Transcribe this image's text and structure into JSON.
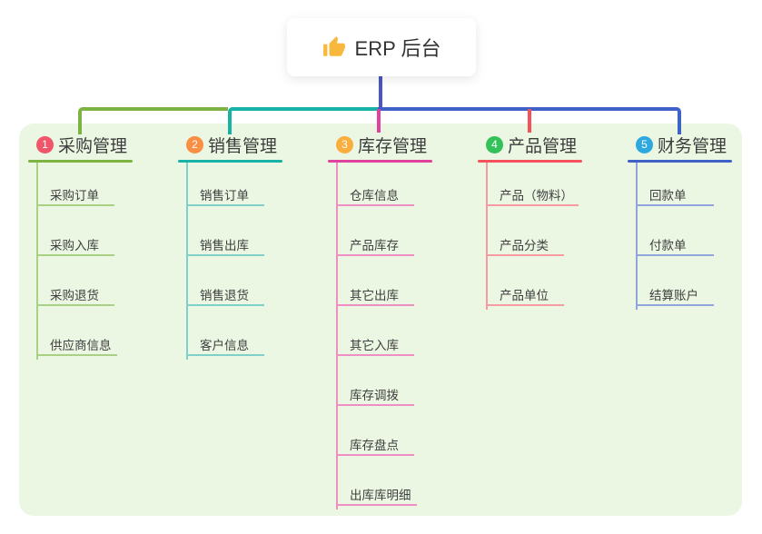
{
  "root": {
    "title": "ERP 后台",
    "icon": "thumbs-up-icon",
    "connector_color": "#4a56c8"
  },
  "panel": {
    "background": "#ebf7e3"
  },
  "connectors": {
    "green": "#7cb342",
    "teal": "#16b3a6",
    "magenta": "#e0419c",
    "red": "#f4515c",
    "blue": "#3f62c8"
  },
  "branches": [
    {
      "badge": "1",
      "badge_color": "#f1556a",
      "line_color": "#7cb342",
      "child_line_color": "#a9d184",
      "title": "采购管理",
      "items": [
        "采购订单",
        "采购入库",
        "采购退货",
        "供应商信息"
      ]
    },
    {
      "badge": "2",
      "badge_color": "#fa8e42",
      "line_color": "#16b3a6",
      "child_line_color": "#7fd0c9",
      "title": "销售管理",
      "items": [
        "销售订单",
        "销售出库",
        "销售退货",
        "客户信息"
      ]
    },
    {
      "badge": "3",
      "badge_color": "#f9ae3d",
      "line_color": "#e0419c",
      "child_line_color": "#ef8fc6",
      "title": "库存管理",
      "items": [
        "仓库信息",
        "产品库存",
        "其它出库",
        "其它入库",
        "库存调拨",
        "库存盘点",
        "出库库明细"
      ]
    },
    {
      "badge": "4",
      "badge_color": "#34c159",
      "line_color": "#f4515c",
      "child_line_color": "#f79aa1",
      "title": "产品管理",
      "items": [
        "产品（物料）",
        "产品分类",
        "产品单位"
      ]
    },
    {
      "badge": "5",
      "badge_color": "#2da9e0",
      "line_color": "#3f62c8",
      "child_line_color": "#8fa5dc",
      "title": "财务管理",
      "items": [
        "回款单",
        "付款单",
        "结算账户"
      ]
    }
  ]
}
